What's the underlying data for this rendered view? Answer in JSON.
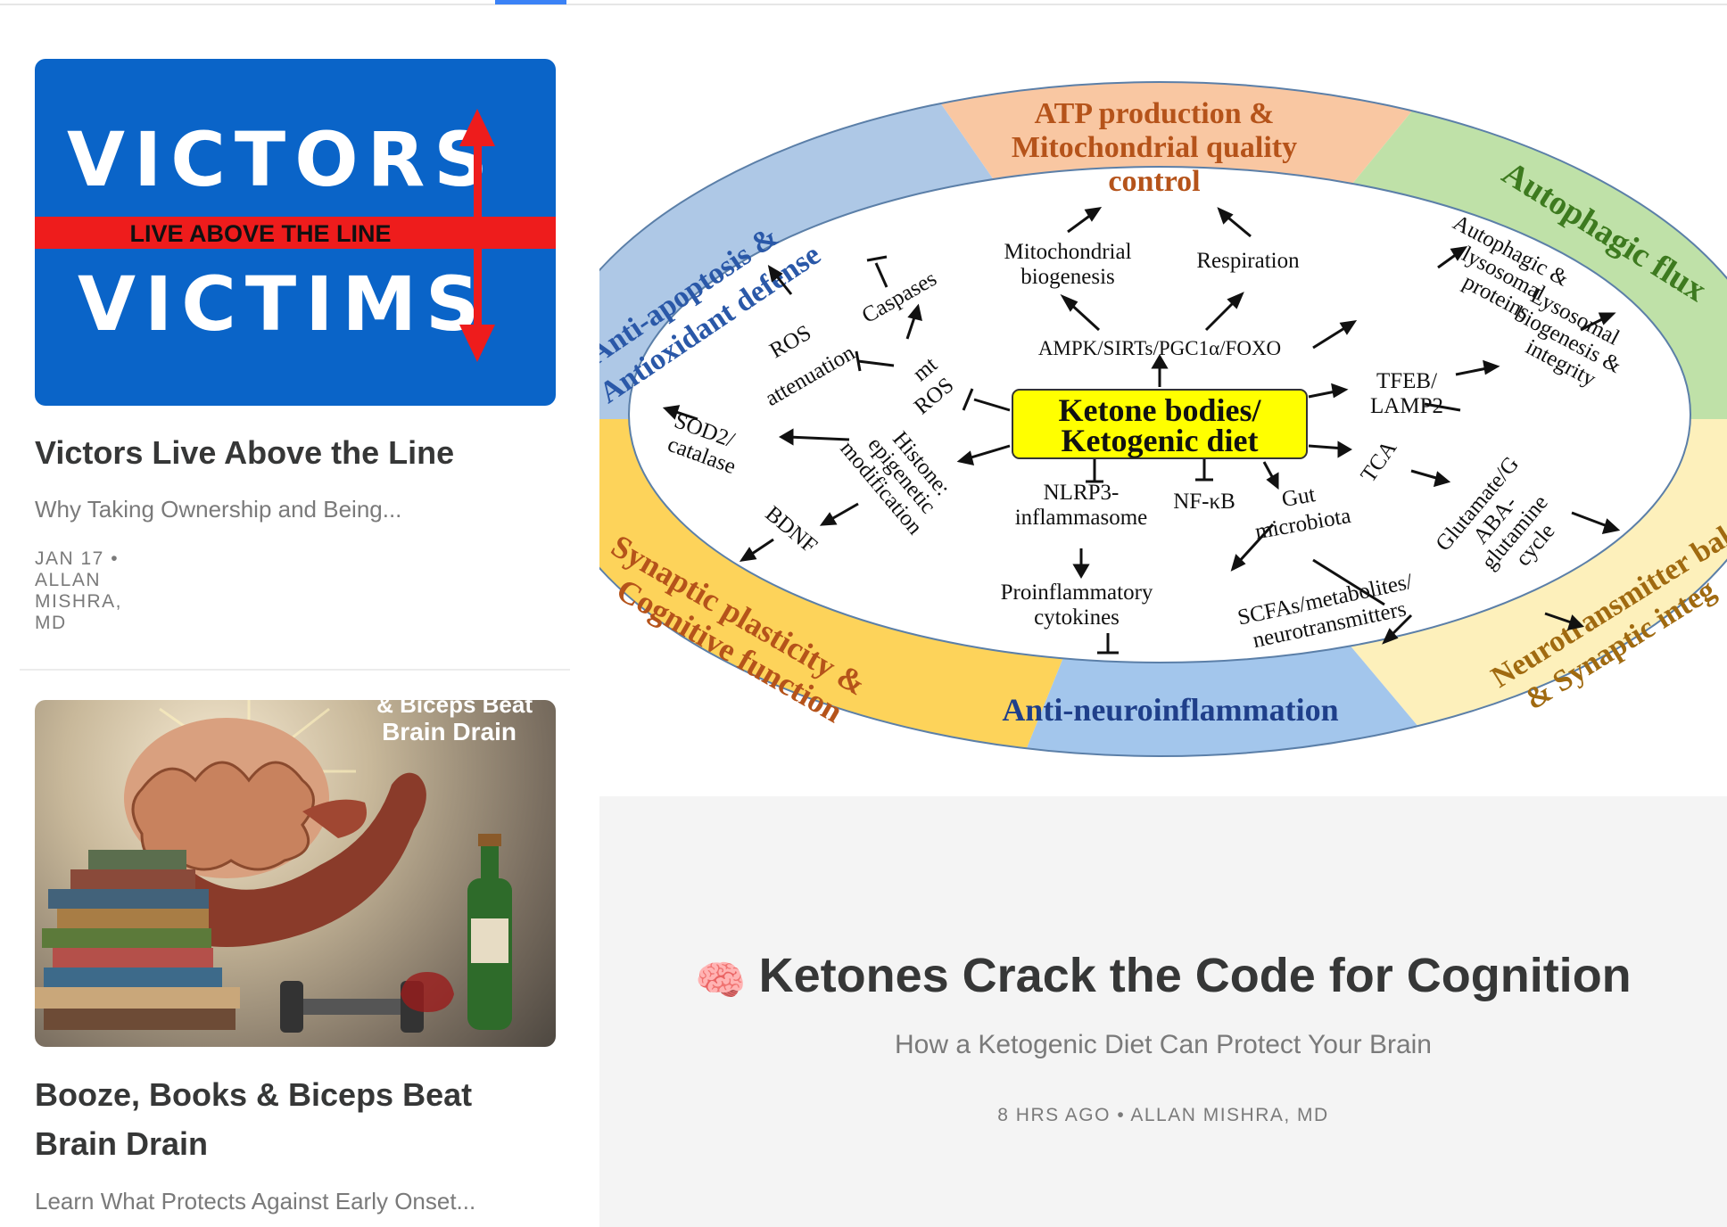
{
  "posts": [
    {
      "title": "Victors Live Above the Line",
      "subtitle": "Why Taking Ownership and Being...",
      "date": "JAN 17",
      "author": "ALLAN MISHRA, MD",
      "thumb": {
        "top": "VICTORS",
        "band": "LIVE ABOVE THE LINE",
        "bottom": "VICTIMS"
      }
    },
    {
      "title": "Booze, Books & Biceps Beat Brain Drain",
      "subtitle": "Learn What Protects Against Early Onset...",
      "thumb": {
        "caption_top": "& Biceps Beat",
        "caption": "Brain Drain"
      }
    }
  ],
  "featured": {
    "title": "Ketones Crack the Code for Cognition",
    "subtitle": "How a Ketogenic Diet Can Protect Your Brain",
    "date": "8 HRS AGO",
    "author": "ALLAN MISHRA, MD",
    "emoji": "🧠",
    "diagram": {
      "center": [
        "Ketone bodies/",
        "Ketogenic diet"
      ],
      "segments": {
        "atp": [
          "ATP production &",
          "Mitochondrial quality",
          "control"
        ],
        "autophagic": "Autophagic flux",
        "anti_apoptosis": [
          "Anti-apoptosis &",
          "Antioxidant defense"
        ],
        "synaptic": [
          "Synaptic plasticity &",
          "Cognitive function"
        ],
        "neuroinflammation": "Anti-neuroinflammation",
        "neurotransmitter": [
          "Neurotransmitter bal",
          "& Synaptic integ"
        ]
      },
      "labels": {
        "mito_bio": [
          "Mitochondrial",
          "biogenesis"
        ],
        "respiration": "Respiration",
        "ampk": "AMPK/SIRTs/PGC1α/FOXO",
        "autophagic_lys": [
          "Autophagic &",
          "lysosomal",
          "proteins"
        ],
        "lys_bio": [
          "Lysosomal",
          "biogenesis &",
          "integrity"
        ],
        "tfeb": [
          "TFEB/",
          "LAMP2"
        ],
        "tca": "TCA",
        "glut": [
          "Glutamate/G",
          "ABA-",
          "glutamine",
          "cycle"
        ],
        "caspases": "Caspases",
        "ros_att": [
          "ROS",
          "attenuation"
        ],
        "mt_ros": [
          "mt",
          "ROS"
        ],
        "sod2": [
          "SOD2/",
          "catalase"
        ],
        "histone": [
          "Histone:",
          "epigenetic",
          "modification"
        ],
        "bdnf": "BDNF",
        "nlrp3": [
          "NLRP3-",
          "inflammasome"
        ],
        "nfkb": "NF-κB",
        "gut": [
          "Gut",
          "microbiota"
        ],
        "proinf": [
          "Proinflammatory",
          "cytokines"
        ],
        "scfa": [
          "SCFAs/metabolites/",
          "neurotransmitters"
        ]
      }
    }
  }
}
